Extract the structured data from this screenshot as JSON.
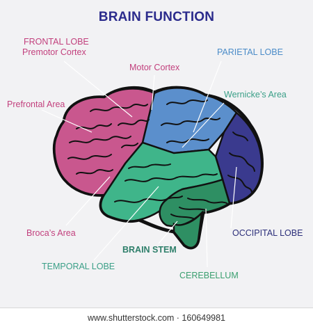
{
  "title": "BRAIN FUNCTION",
  "labels": {
    "frontal_lobe": "FRONTAL LOBE",
    "premotor_cortex": "Premotor Cortex",
    "motor_cortex": "Motor Cortex",
    "parietal_lobe": "PARIETAL LOBE",
    "prefrontal_area": "Prefrontal Area",
    "wernickes_area": "Wernicke’s Area",
    "brocas_area": "Broca’s Area",
    "occipital_lobe": "OCCIPITAL LOBE",
    "brain_stem": "BRAIN STEM",
    "temporal_lobe": "TEMPORAL LOBE",
    "cerebellum": "CEREBELLUM"
  },
  "footer": {
    "watermark": "www.shutterstock.com · 160649981"
  },
  "colors": {
    "background": "#f2f2f4",
    "title": "#2b2b8c",
    "frontal": "#c9578e",
    "motor": "#c9578e",
    "parietal": "#5b8fcc",
    "occipital": "#3a3a8e",
    "temporal": "#3fb58a",
    "cerebellum": "#2e8f63",
    "brain_stem": "#2e8f63",
    "label_pink": "#c2407d",
    "label_blue": "#4b8cc8",
    "label_teal": "#3a9f87",
    "label_navy": "#2c2f7a",
    "label_green": "#3a9f6f",
    "leader_line": "#ffffff"
  }
}
